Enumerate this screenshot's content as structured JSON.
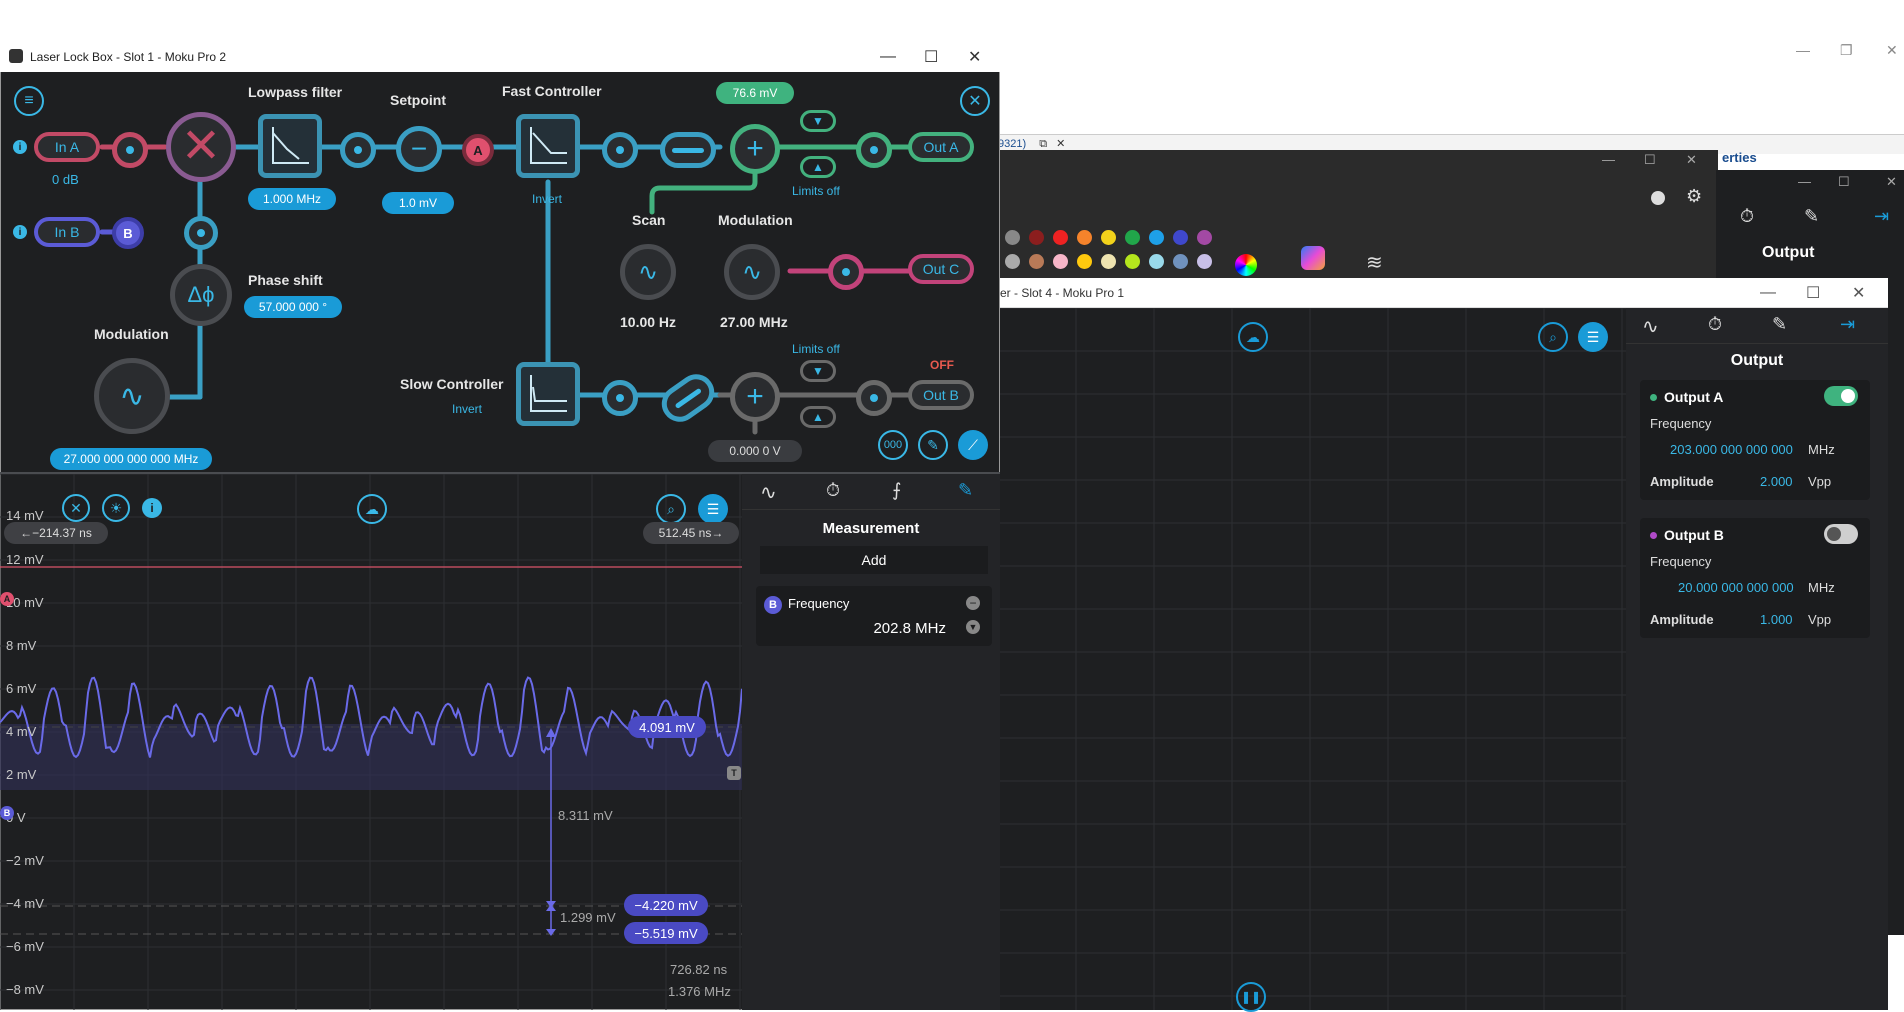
{
  "main_window": {
    "title": "Laser Lock Box - Slot 1 - Moku Pro 2"
  },
  "block": {
    "lowpass": "Lowpass filter",
    "lowpass_val": "1.000   MHz",
    "setpoint": "Setpoint",
    "setpoint_val": "1.0    mV",
    "fast": "Fast Controller",
    "fast_invert": "Invert",
    "scan": "Scan",
    "scan_freq": "10.00 Hz",
    "modulation": "Modulation",
    "modulation_freq": "27.00 MHz",
    "phase": "Phase shift",
    "phase_val": "57.000 000    °",
    "modulation2": "Modulation",
    "modulation2_val": "27.000 000 000 000    MHz",
    "slow": "Slow Controller",
    "slow_invert": "Invert",
    "in_a": "In A",
    "in_a_gain": "0 dB",
    "in_b": "In B",
    "b_badge": "B",
    "a_badge": "A",
    "out_a": "Out A",
    "out_b": "Out B",
    "out_c": "Out C",
    "out_b_state": "OFF",
    "limits_top": "Limits off",
    "limits_bottom": "Limits off",
    "offset_mv": "76.6    mV",
    "offset_v": "0.000 0    V"
  },
  "scope": {
    "y_labels": [
      "14 mV",
      "12 mV",
      "10 mV",
      "8 mV",
      "6 mV",
      "4 mV",
      "2 mV",
      "0 V",
      "−2 mV",
      "−4 mV",
      "−6 mV",
      "−8 mV"
    ],
    "cursor_left": "−214.37 ns",
    "cursor_right": "512.45 ns",
    "cursor_max": "4.091 mV",
    "cursor_min1": "−4.220 mV",
    "cursor_min2": "−5.519 mV",
    "delta1": "8.311 mV",
    "delta2": "1.299 mV",
    "span_time": "726.82 ns",
    "span_freq": "1.376 MHz",
    "marker_a": "A",
    "marker_b": "B",
    "marker_t": "T"
  },
  "measure": {
    "title": "Measurement",
    "add": "Add",
    "item_badge": "B",
    "item_name": "Frequency",
    "item_value": "202.8 MHz"
  },
  "win4": {
    "title": "er - Slot 4 - Moku Pro 1"
  },
  "output_panel": {
    "title": "Output",
    "a_name": "Output A",
    "a_freq_label": "Frequency",
    "a_freq": "203.000 000 000 000",
    "a_freq_unit": "MHz",
    "a_amp_label": "Amplitude",
    "a_amp": "2.000",
    "a_amp_unit": "Vpp",
    "b_name": "Output B",
    "b_freq_label": "Frequency",
    "b_freq": "20.000 000 000 000",
    "b_freq_unit": "MHz",
    "b_amp_label": "Amplitude",
    "b_amp": "1.000",
    "b_amp_unit": "Vpp"
  },
  "bg_window": {
    "output_title": "Output",
    "tab_text": "9321)",
    "link_text": "erties"
  },
  "colors": {
    "accent": "#1a9bd7",
    "in_a": "#d0506e",
    "in_b": "#5b5bd6",
    "out_a": "#3fb37f",
    "out_c": "#c2437a",
    "trace": "#6a6ae8",
    "setline": "#d9536a"
  }
}
